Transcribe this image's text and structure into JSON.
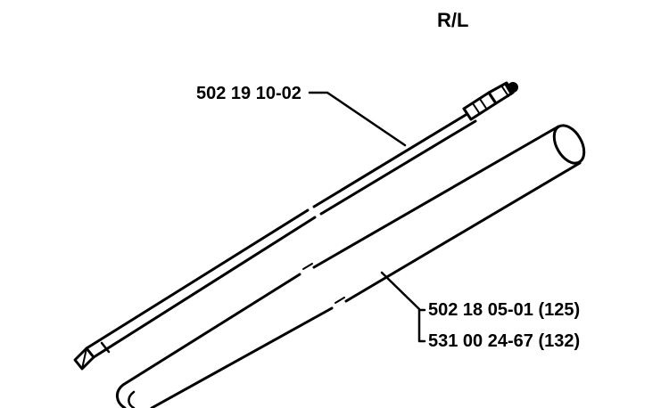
{
  "header": {
    "model_code": "R/L"
  },
  "parts": {
    "drive_shaft": {
      "part_number": "502 19 10-02"
    },
    "shaft_tube": {
      "part_numbers": [
        "502 18 05-01 (125)",
        "531 00 24-67 (132)"
      ]
    }
  },
  "colors": {
    "ink": "#000000",
    "paper": "#ffffff"
  }
}
